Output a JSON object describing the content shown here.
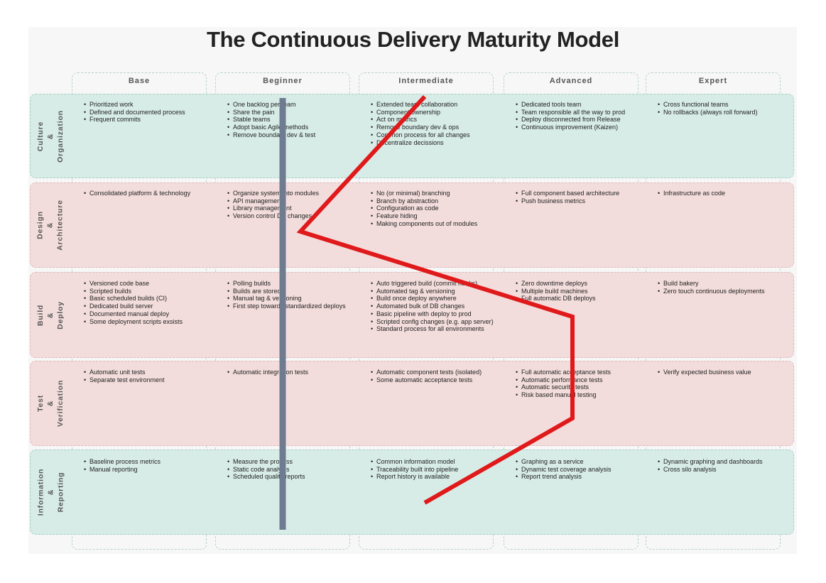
{
  "title": "The Continuous Delivery Maturity Model",
  "columns": [
    "Base",
    "Beginner",
    "Intermediate",
    "Advanced",
    "Expert"
  ],
  "rows": [
    {
      "label": [
        "Culture",
        "&",
        "Organization"
      ],
      "color": "green"
    },
    {
      "label": [
        "Design",
        "&",
        "Architecture"
      ],
      "color": "pink"
    },
    {
      "label": [
        "Build",
        "&",
        "Deploy"
      ],
      "color": "pink"
    },
    {
      "label": [
        "Test",
        "&",
        "Verification"
      ],
      "color": "pink"
    },
    {
      "label": [
        "Information",
        "&",
        "Reporting"
      ],
      "color": "green"
    }
  ],
  "cells": [
    [
      [
        "Prioritized work",
        "Defined and documented process",
        "Frequent commits"
      ],
      [
        "One backlog per team",
        "Share the pain",
        "Stable teams",
        "Adopt basic Agile methods",
        "Remove boundary dev & test"
      ],
      [
        "Extended team collaboration",
        "Component ownership",
        "Act on metrics",
        "Remove boundary dev & ops",
        "Common process for all changes",
        "Decentralize decissions"
      ],
      [
        "Dedicated tools team",
        "Team responsible all the way to prod",
        "Deploy disconnected from Release",
        "Continuous improvement (Kaizen)"
      ],
      [
        "Cross functional teams",
        "No rollbacks (always roll forward)"
      ]
    ],
    [
      [
        "Consolidated platform & technology"
      ],
      [
        "Organize system into modules",
        "API management",
        "Library management",
        "Version control DB changes"
      ],
      [
        "No (or minimal) branching",
        "Branch by abstraction",
        "Configuration as code",
        "Feature hiding",
        "Making components out of modules"
      ],
      [
        "Full component based architecture",
        "Push business metrics"
      ],
      [
        "Infrastructure as code"
      ]
    ],
    [
      [
        "Versioned code base",
        "Scripted builds",
        "Basic scheduled builds (CI)",
        "Dedicated build server",
        "Documented manual deploy",
        "Some deployment scripts exsists"
      ],
      [
        "Polling builds",
        "Builds are stored",
        "Manual tag & versioning",
        "First step towards standardized deploys"
      ],
      [
        "Auto triggered build (commit hooks)",
        "Automated tag & versioning",
        "Build once deploy anywhere",
        "Automated bulk of DB changes",
        "Basic pipeline with deploy to prod",
        "Scripted config changes (e.g. app server)",
        "Standard process for all environments"
      ],
      [
        "Zero downtime deploys",
        "Multiple build machines",
        "Full automatic DB deploys"
      ],
      [
        "Build bakery",
        "Zero touch continuous deployments"
      ]
    ],
    [
      [
        "Automatic unit tests",
        "Separate test environment"
      ],
      [
        "Automatic integration tests"
      ],
      [
        "Automatic component tests (isolated)",
        "Some automatic acceptance tests"
      ],
      [
        "Full automatic acceptance tests",
        "Automatic performance tests",
        "Automatic security tests",
        "Risk based manual testing"
      ],
      [
        "Verify expected business value"
      ]
    ],
    [
      [
        "Baseline process metrics",
        "Manual reporting"
      ],
      [
        "Measure the process",
        "Static code analysis",
        "Scheduled quality reports"
      ],
      [
        "Common information model",
        "Traceability built into pipeline",
        "Report history is available"
      ],
      [
        "Graphing as a service",
        "Dynamic test coverage analysis",
        "Report trend analysis"
      ],
      [
        "Dynamic graphing and dashboards",
        "Cross silo analysis"
      ]
    ]
  ],
  "colors": {
    "band_green": "#d7ece7",
    "band_pink": "#f3dddc",
    "vertical_line": "#6e7b90",
    "zigzag_line": "#e0191b"
  }
}
